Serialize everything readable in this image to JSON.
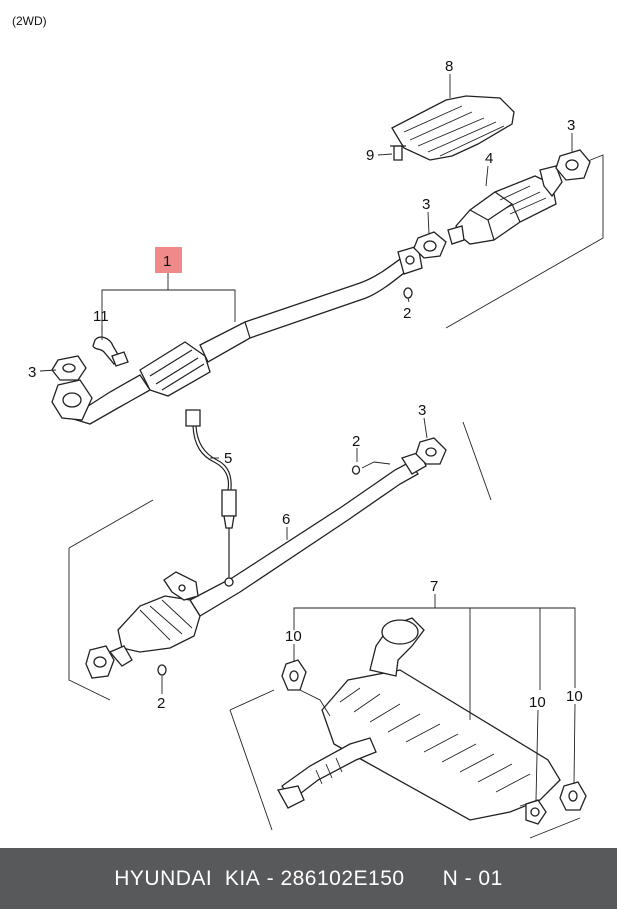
{
  "header": {
    "variant": "(2WD)"
  },
  "callouts": {
    "c1": "1",
    "c2a": "2",
    "c2b": "2",
    "c2c": "2",
    "c3a": "3",
    "c3b": "3",
    "c3c": "3",
    "c3d": "3",
    "c4": "4",
    "c5": "5",
    "c6": "6",
    "c7": "7",
    "c8": "8",
    "c9": "9",
    "c10a": "10",
    "c10b": "10",
    "c10c": "10",
    "c11": "11"
  },
  "colors": {
    "highlight": "#f08a8a",
    "footer_bg": "#58595b"
  },
  "footer": {
    "brand": "HYUNDAI  KIA",
    "sep": " - ",
    "part_number": "286102E150",
    "page": "N - 01"
  }
}
